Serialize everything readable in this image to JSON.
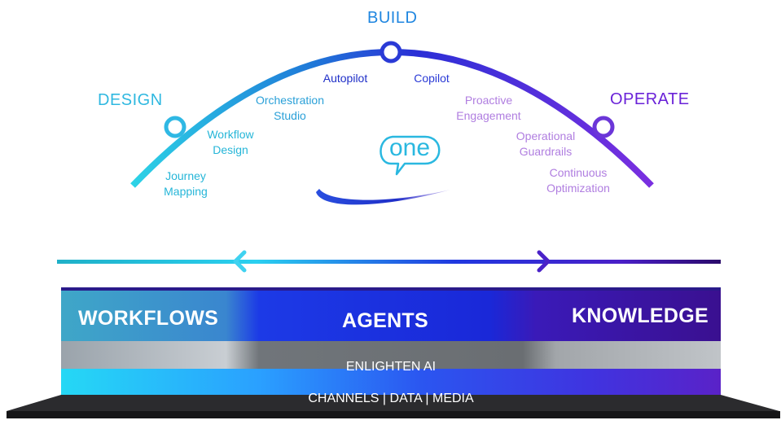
{
  "stages": {
    "design": "DESIGN",
    "build": "BUILD",
    "operate": "OPERATE"
  },
  "steps": {
    "journey_mapping": "Journey\nMapping",
    "workflow_design": "Workflow\nDesign",
    "orchestration_studio": "Orchestration\nStudio",
    "autopilot": "Autopilot",
    "copilot": "Copilot",
    "proactive_engagement": "Proactive\nEngagement",
    "operational_guardrails": "Operational\nGuardrails",
    "continuous_optimization": "Continuous\nOptimization"
  },
  "logo": {
    "text": "one"
  },
  "platform": {
    "workflows": "WORKFLOWS",
    "agents": "AGENTS",
    "knowledge": "KNOWLEDGE",
    "enlighten": "ENLIGHTEN AI",
    "channels": "CHANNELS | DATA | MEDIA"
  },
  "colors": {
    "cyan": "#29c4e8",
    "blue": "#1f2fd6",
    "purple": "#7a2fd8",
    "lilac": "#b07ee0",
    "teal": "#2ba9c4"
  }
}
